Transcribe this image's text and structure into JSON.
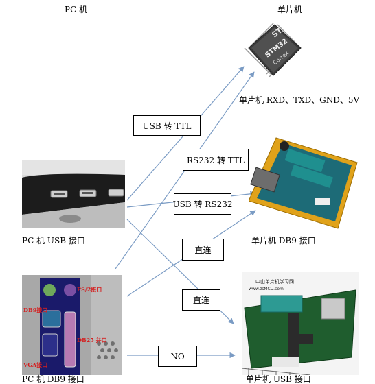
{
  "headings": {
    "pc": "PC 机",
    "mcu": "单片机"
  },
  "captions": {
    "mcu_pins": "单片机 RXD、TXD、GND、5V",
    "pc_usb": "PC 机 USB 接口",
    "mcu_db9": "单片机 DB9 接口",
    "pc_db9": "PC 机 DB9 接口",
    "mcu_usb": "单片机 USB 接口"
  },
  "connections": [
    {
      "id": "usb_to_ttl",
      "label": "USB 转 TTL"
    },
    {
      "id": "rs232_to_ttl",
      "label": "RS232 转 TTL"
    },
    {
      "id": "usb_to_rs232",
      "label": "USB 转 RS232"
    },
    {
      "id": "direct_db9",
      "label": "直连"
    },
    {
      "id": "direct_usb",
      "label": "直连"
    },
    {
      "id": "no_link",
      "label": "NO"
    }
  ],
  "photo_text": {
    "chip_brand": "ST",
    "chip_model": "STM32",
    "chip_series": "Cortex",
    "port_ps2": "PS/2接口",
    "port_db9": "DB9接口",
    "port_db25": "DB25 并口",
    "port_vga": "VGA接口",
    "board_title": "中山单片机学习网",
    "board_url": "www.zsMCU.com"
  },
  "colors": {
    "arrow": "#7a9bc4"
  }
}
